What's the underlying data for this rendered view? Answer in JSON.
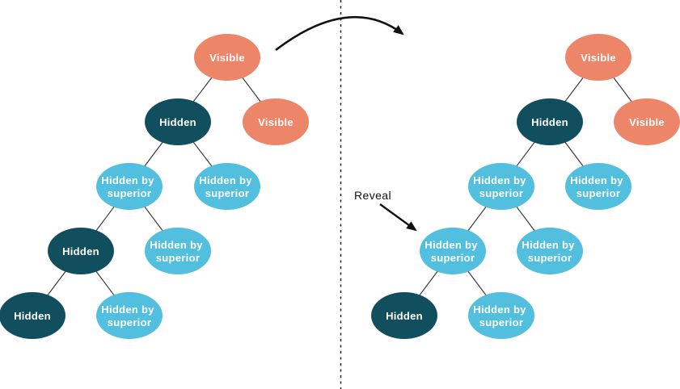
{
  "diagram": {
    "colors": {
      "visible": "#ED8568",
      "hidden": "#114F5E",
      "hidden_by_superior": "#52BFDE",
      "node_text": "#FFFFFF",
      "annotation_text": "#111111",
      "edge": "#2B2B2B",
      "arrow": "#111111"
    },
    "annotation": {
      "reveal_label": "Reveal"
    },
    "left_tree": {
      "nodes": [
        {
          "label": "Visible",
          "state": "visible",
          "lines": [
            "Visible"
          ]
        },
        {
          "label": "Hidden",
          "state": "hidden",
          "lines": [
            "Hidden"
          ]
        },
        {
          "label": "Visible",
          "state": "visible",
          "lines": [
            "Visible"
          ]
        },
        {
          "label": "Hidden by superior",
          "state": "hidden-by-superior",
          "lines": [
            "Hidden by",
            "superior"
          ]
        },
        {
          "label": "Hidden by superior",
          "state": "hidden-by-superior",
          "lines": [
            "Hidden by",
            "superior"
          ]
        },
        {
          "label": "Hidden",
          "state": "hidden",
          "lines": [
            "Hidden"
          ]
        },
        {
          "label": "Hidden by superior",
          "state": "hidden-by-superior",
          "lines": [
            "Hidden by",
            "superior"
          ]
        },
        {
          "label": "Hidden",
          "state": "hidden",
          "lines": [
            "Hidden"
          ]
        },
        {
          "label": "Hidden by superior",
          "state": "hidden-by-superior",
          "lines": [
            "Hidden by",
            "superior"
          ]
        }
      ]
    },
    "right_tree": {
      "nodes": [
        {
          "label": "Visible",
          "state": "visible",
          "lines": [
            "Visible"
          ]
        },
        {
          "label": "Hidden",
          "state": "hidden",
          "lines": [
            "Hidden"
          ]
        },
        {
          "label": "Visible",
          "state": "visible",
          "lines": [
            "Visible"
          ]
        },
        {
          "label": "Hidden by superior",
          "state": "hidden-by-superior",
          "lines": [
            "Hidden by",
            "superior"
          ]
        },
        {
          "label": "Hidden by superior",
          "state": "hidden-by-superior",
          "lines": [
            "Hidden by",
            "superior"
          ]
        },
        {
          "label": "Hidden by superior",
          "state": "hidden-by-superior",
          "lines": [
            "Hidden by",
            "superior"
          ]
        },
        {
          "label": "Hidden by superior",
          "state": "hidden-by-superior",
          "lines": [
            "Hidden by",
            "superior"
          ]
        },
        {
          "label": "Hidden",
          "state": "hidden",
          "lines": [
            "Hidden"
          ]
        },
        {
          "label": "Hidden by superior",
          "state": "hidden-by-superior",
          "lines": [
            "Hidden by",
            "superior"
          ]
        }
      ]
    }
  }
}
